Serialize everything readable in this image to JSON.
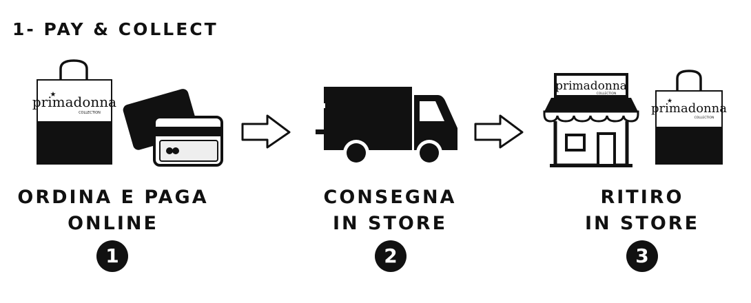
{
  "title": "1- PAY & COLLECT",
  "brand": {
    "name": "primadonna",
    "sub": "COLLECTION"
  },
  "steps": [
    {
      "line1": "ORDINA E PAGA",
      "line2": "ONLINE",
      "number": "1"
    },
    {
      "line1": "CONSEGNA",
      "line2": "IN STORE",
      "number": "2"
    },
    {
      "line1": "RITIRO",
      "line2": "IN STORE",
      "number": "3"
    }
  ],
  "colors": {
    "ink": "#111111",
    "background": "#ffffff"
  }
}
